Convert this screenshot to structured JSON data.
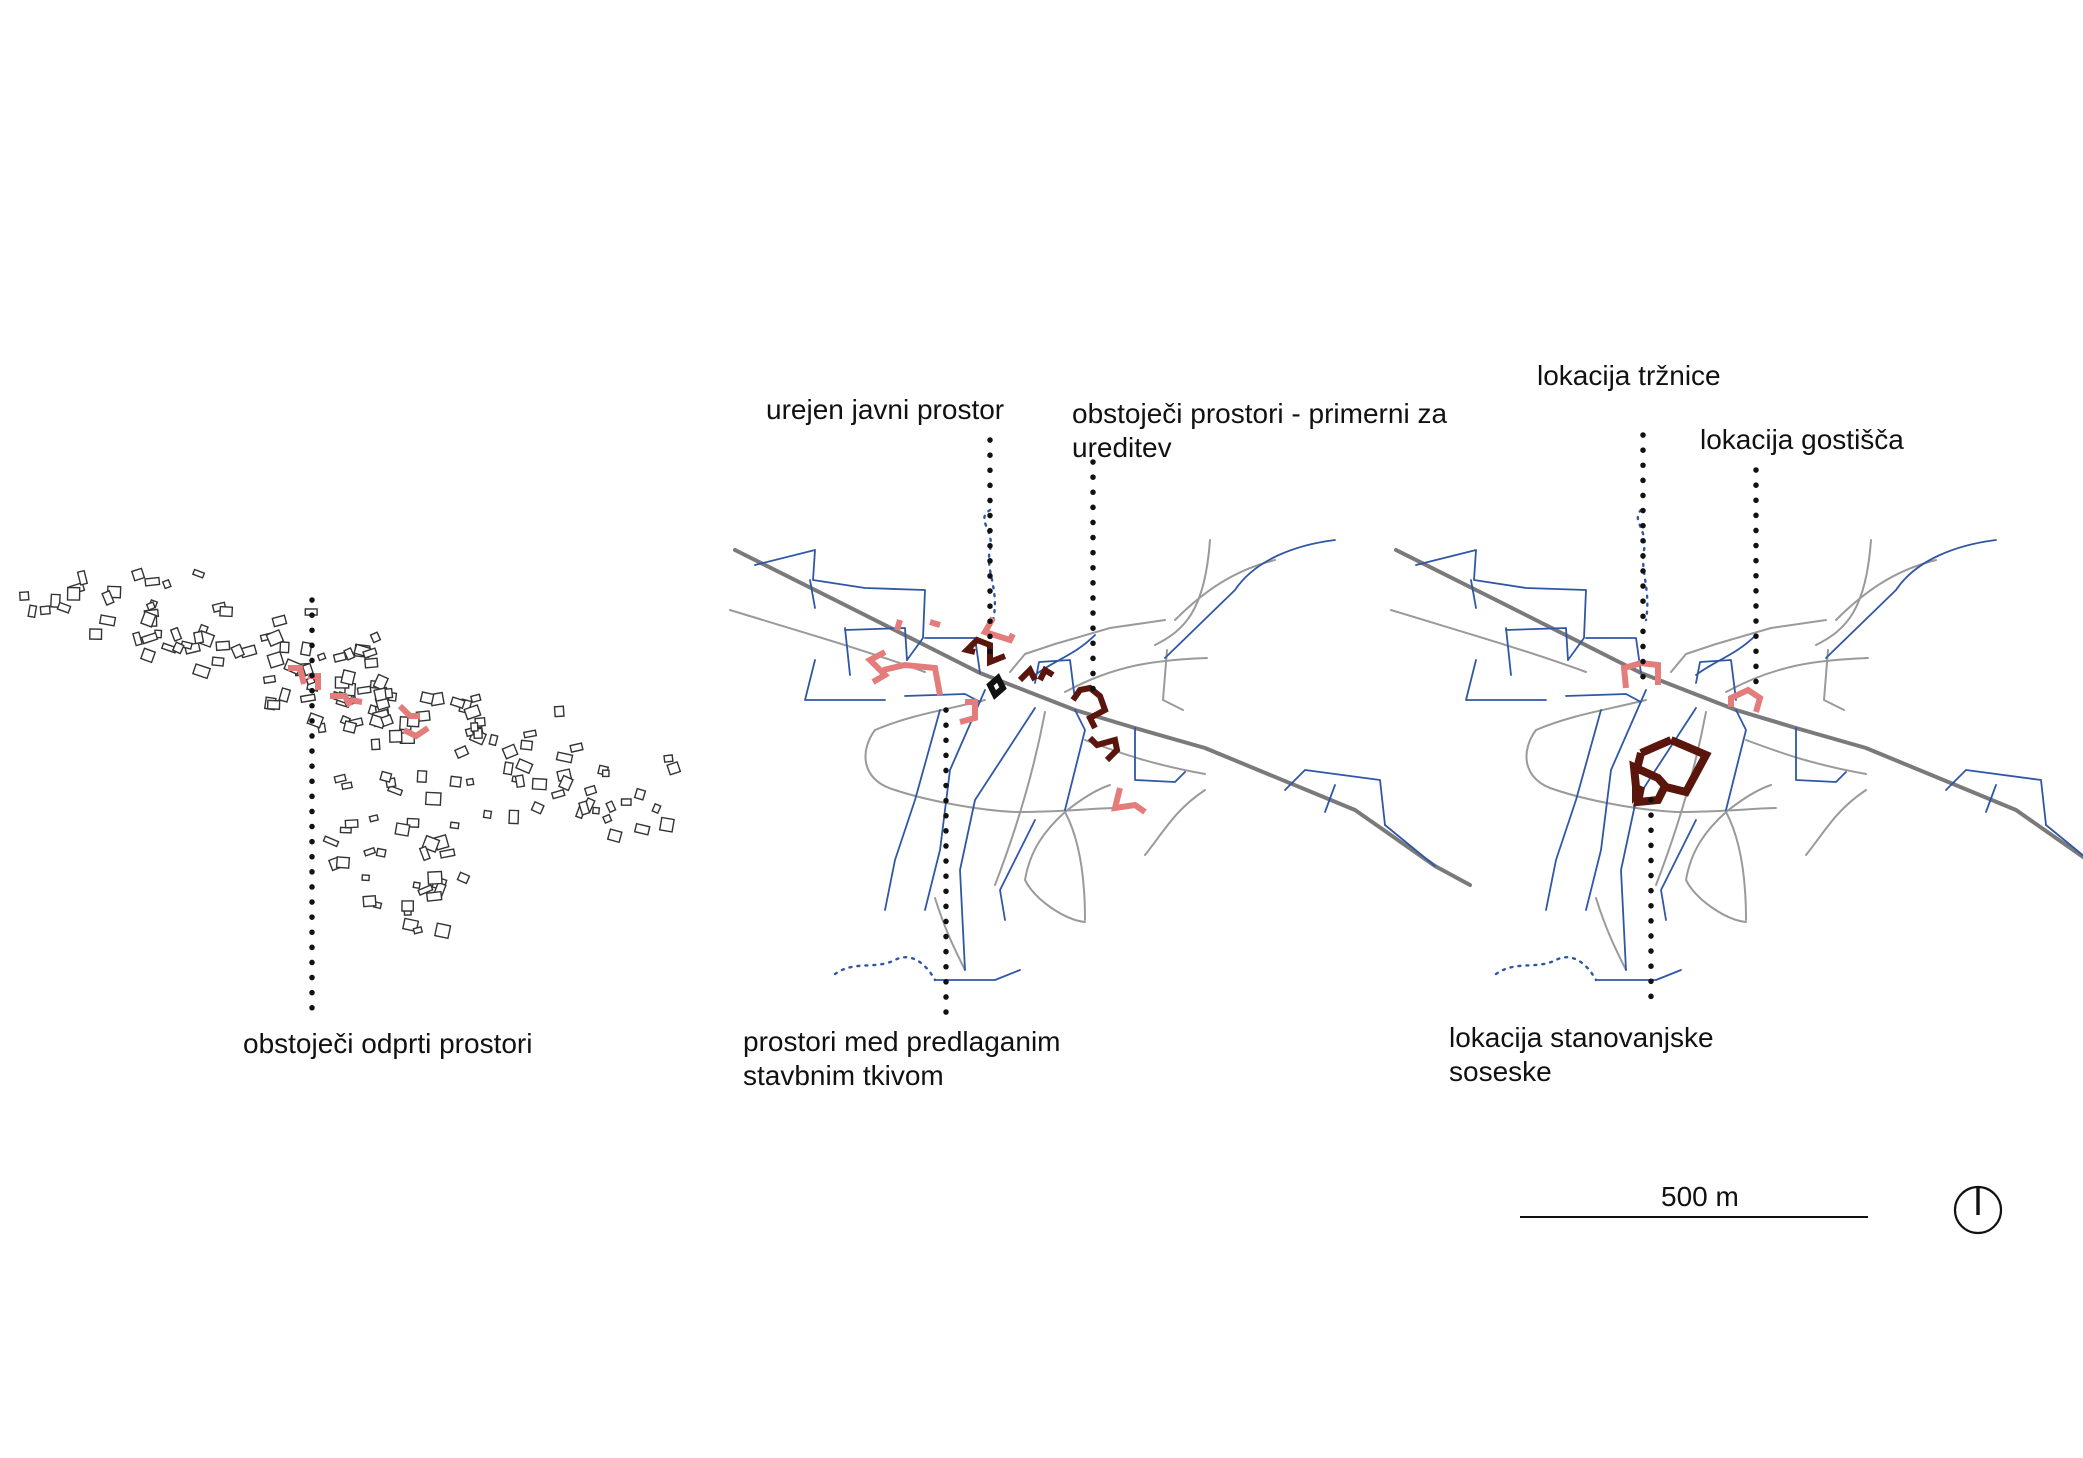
{
  "colors": {
    "road": "#7a7a7a",
    "path": "#9a9a9a",
    "water_and_plots": "#2f57a6",
    "existing_open_space": "#e57c7c",
    "proposed_location": "#5a150c",
    "public_space": "#111111"
  },
  "panels": [
    {
      "id": "panel-1",
      "labels": [
        {
          "key": "existing_open_spaces",
          "text": "obstoječi odprti prostori"
        }
      ]
    },
    {
      "id": "panel-2",
      "labels": [
        {
          "key": "arranged_public_space",
          "text": "urejen javni prostor"
        },
        {
          "key": "existing_spaces_suitable",
          "text": "obstoječi prostori - primerni za"
        },
        {
          "key": "existing_spaces_suitable_line2",
          "text": "ureditev"
        },
        {
          "key": "spaces_between_proposed",
          "text": "prostori med predlaganim"
        },
        {
          "key": "spaces_between_proposed_line2",
          "text": "stavbnim tkivom"
        }
      ]
    },
    {
      "id": "panel-3",
      "labels": [
        {
          "key": "market_location",
          "text": "lokacija tržnice"
        },
        {
          "key": "inn_location",
          "text": "lokacija gostišča"
        },
        {
          "key": "housing_location",
          "text": "lokacija stanovanjske"
        },
        {
          "key": "housing_location_line2",
          "text": "soseske"
        }
      ]
    }
  ],
  "scale_bar": {
    "label": "500 m"
  },
  "north_arrow": {
    "icon": "north-arrow-icon"
  }
}
